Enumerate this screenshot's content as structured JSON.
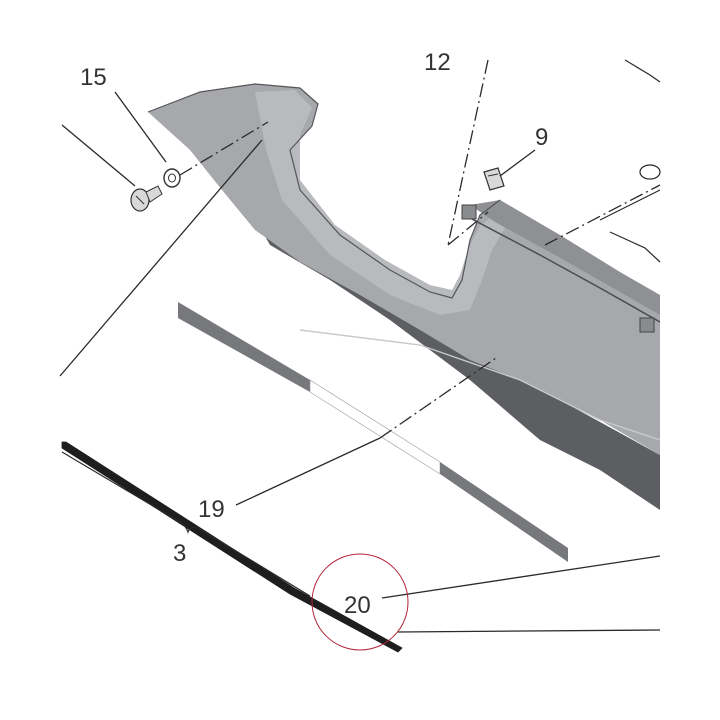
{
  "colors": {
    "panel_main": "#a7a8ac",
    "panel_light": "#b9babd",
    "panel_dark": "#5d5e61",
    "panel_shadow": "#6f7073",
    "trim_dark": "#77787b",
    "trim_light": "#ffffff",
    "highlight_circle": "#b5253a",
    "line": "#2a2a2a"
  },
  "callouts": {
    "c3": "3",
    "c9": "9",
    "c12": "12",
    "c15": "15",
    "c19": "19",
    "c20": "20"
  },
  "icons": {
    "screw": "screw-icon",
    "washer": "washer-icon",
    "clip": "clip-icon"
  }
}
